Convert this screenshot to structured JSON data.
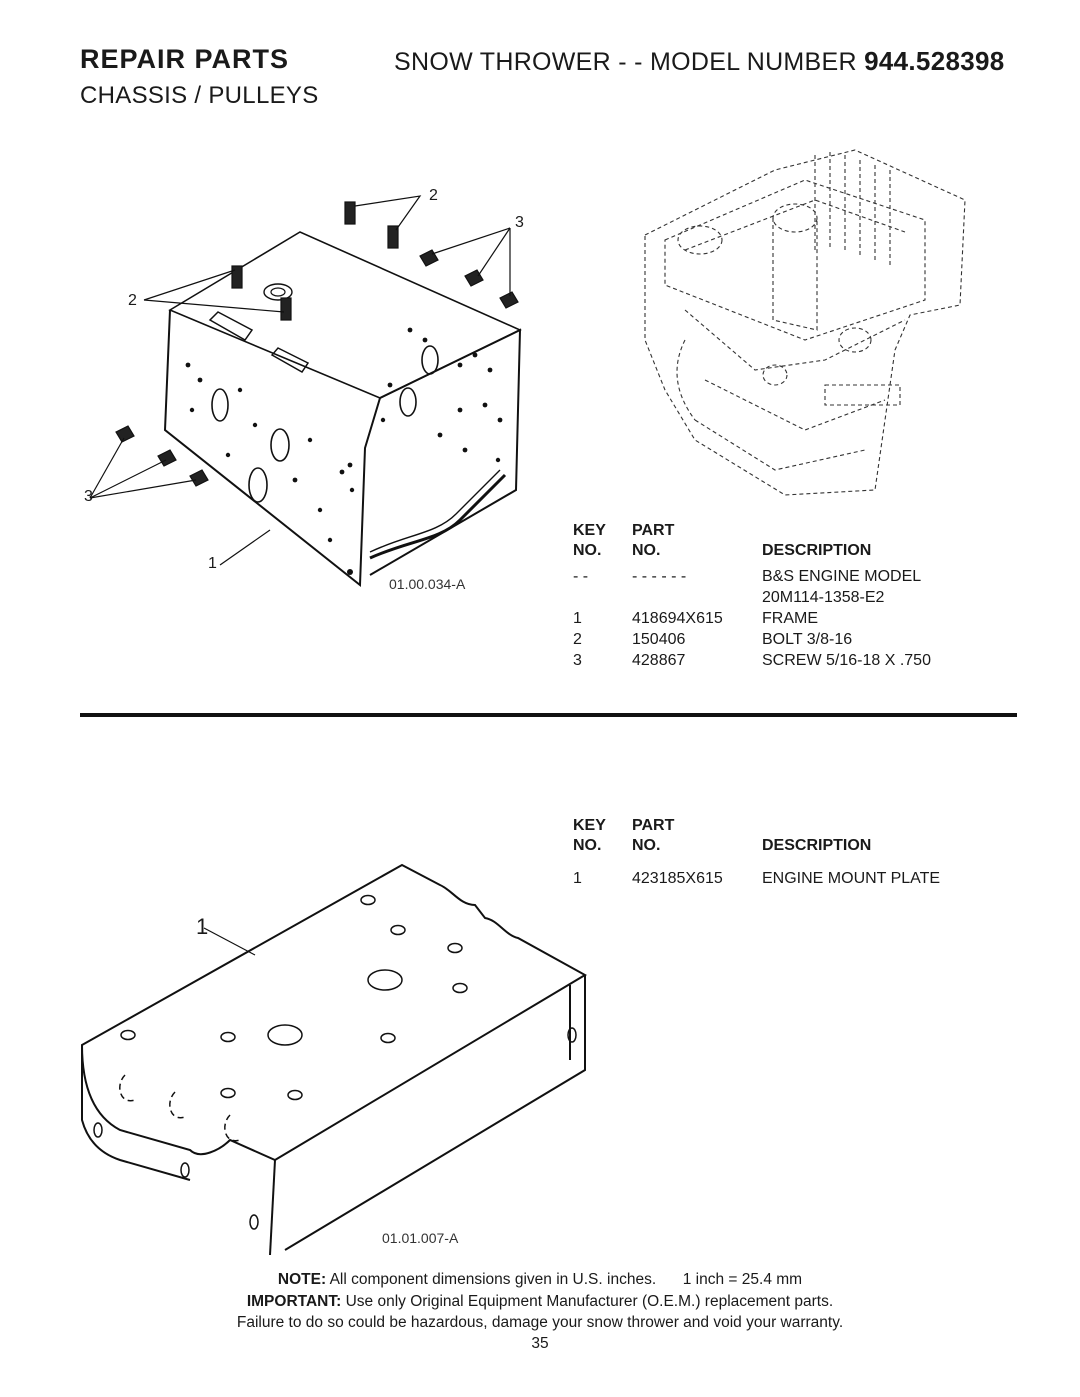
{
  "header": {
    "repair_parts": "REPAIR PARTS",
    "model_prefix": "SNOW THROWER - - MODEL NUMBER",
    "model_number": "944.528398",
    "section": "CHASSIS / PULLEYS"
  },
  "table_headers": {
    "key_line1": "KEY",
    "key_line2": "NO.",
    "part_line1": "PART",
    "part_line2": "NO.",
    "description": "DESCRIPTION"
  },
  "chassis": {
    "drawing_code": "01.00.034-A",
    "callouts": [
      "1",
      "2",
      "2",
      "3",
      "3"
    ],
    "parts": [
      {
        "key": "- -",
        "part": "- - - - - -",
        "description": "B&S ENGINE MODEL",
        "description2": "20M114-1358-E2"
      },
      {
        "key": "1",
        "part": "418694X615",
        "description": "FRAME"
      },
      {
        "key": "2",
        "part": "150406",
        "description": "BOLT 3/8-16"
      },
      {
        "key": "3",
        "part": "428867",
        "description": "SCREW 5/16-18 X .750"
      }
    ]
  },
  "mount_plate": {
    "drawing_code": "01.01.007-A",
    "callout": "1",
    "parts": [
      {
        "key": "1",
        "part": "423185X615",
        "description": "ENGINE MOUNT PLATE"
      }
    ]
  },
  "footer": {
    "note_label": "NOTE:",
    "note_text": "All component dimensions given in U.S. inches.",
    "conversion": "1 inch = 25.4 mm",
    "important_label": "IMPORTANT:",
    "important_text": "Use only Original Equipment Manufacturer (O.E.M.) replacement parts.",
    "warning": "Failure to do so could be hazardous, damage your snow thrower and void your warranty.",
    "page_number": "35"
  }
}
